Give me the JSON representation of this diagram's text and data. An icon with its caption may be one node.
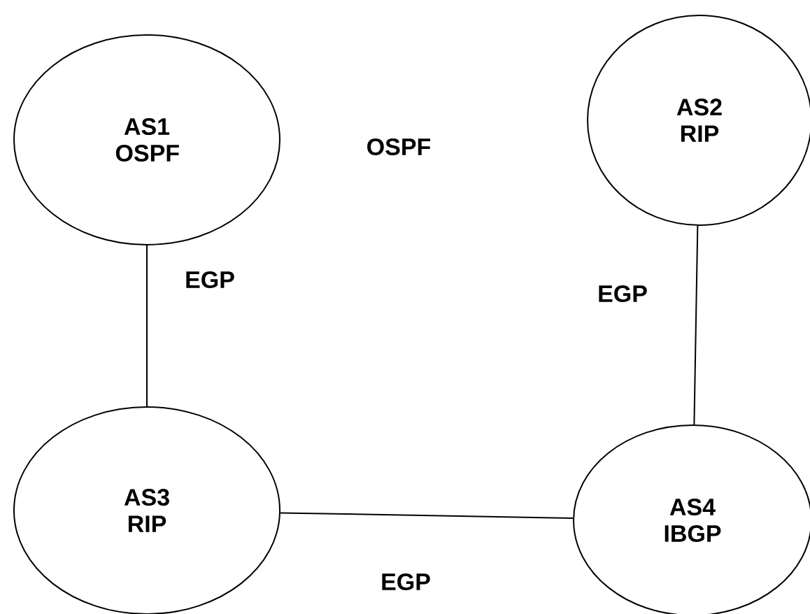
{
  "diagram": {
    "nodes": [
      {
        "text": [
          "AS1 OSPF"
        ]
      },
      {
        "text": [
          "AS2 RIP"
        ]
      },
      {
        "text": [
          "AS3 RIP"
        ]
      },
      {
        "text": [
          "AS4 IBGP"
        ]
      }
    ],
    "edges": [
      {
        "from": 0,
        "to": 2,
        "arrow": "none",
        "label": "EGP"
      },
      {
        "from": 1,
        "to": 3,
        "arrow": "none",
        "label": "EGP"
      },
      {
        "from": 2,
        "to": 3,
        "arrow": "none",
        "label": "EGP"
      }
    ],
    "labels": [
      "OSPF"
    ]
  }
}
